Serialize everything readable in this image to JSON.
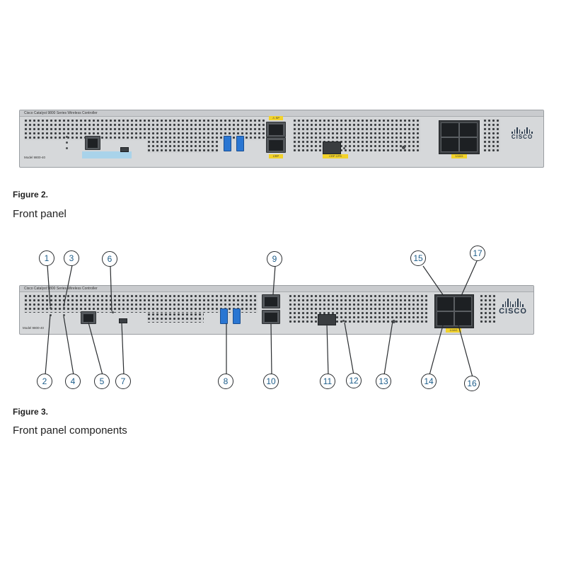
{
  "figure2": {
    "label": "Figure 2.",
    "caption": "Front panel",
    "panel": {
      "product_name": "Cisco Catalyst 9800 Series Wireless Controller",
      "model": "Model 9800-40",
      "tag_top": "⚠ SP",
      "tag_rp": "CRP",
      "tag_sfp": "CRP CPS",
      "tag_10g": "1/10G",
      "brand": "CISCO"
    }
  },
  "figure3": {
    "label": "Figure 3.",
    "caption": "Front panel components",
    "panel": {
      "product_name": "Cisco Catalyst 9800 Series Wireless Controller",
      "model": "Model 9800-40",
      "tag_10g": "1/10G",
      "brand": "CISCO"
    },
    "callouts": [
      "1",
      "2",
      "3",
      "4",
      "5",
      "6",
      "7",
      "8",
      "9",
      "10",
      "11",
      "12",
      "13",
      "14",
      "15",
      "16",
      "17"
    ]
  }
}
